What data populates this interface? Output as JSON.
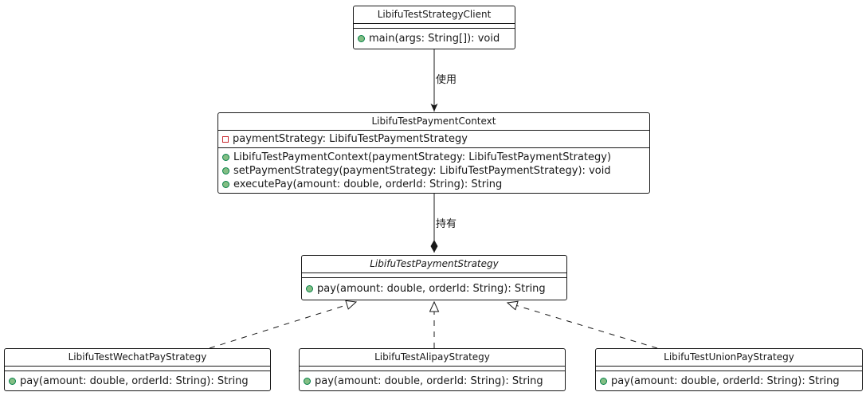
{
  "diagram": {
    "kind": "uml-class-diagram",
    "classes": {
      "client": {
        "name": "LibifuTestStrategyClient",
        "fields": [],
        "methods": [
          "main(args: String[]): void"
        ]
      },
      "context": {
        "name": "LibifuTestPaymentContext",
        "fields": [
          "paymentStrategy: LibifuTestPaymentStrategy"
        ],
        "methods": [
          "LibifuTestPaymentContext(paymentStrategy: LibifuTestPaymentStrategy)",
          "setPaymentStrategy(paymentStrategy: LibifuTestPaymentStrategy): void",
          "executePay(amount: double, orderId: String): String"
        ]
      },
      "strategy": {
        "name": "LibifuTestPaymentStrategy",
        "style": "italic-interface",
        "fields": [],
        "methods": [
          "pay(amount: double, orderId: String): String"
        ]
      },
      "wechat": {
        "name": "LibifuTestWechatPayStrategy",
        "fields": [],
        "methods": [
          "pay(amount: double, orderId: String): String"
        ]
      },
      "alipay": {
        "name": "LibifuTestAlipayStrategy",
        "fields": [],
        "methods": [
          "pay(amount: double, orderId: String): String"
        ]
      },
      "union": {
        "name": "LibifuTestUnionPayStrategy",
        "fields": [],
        "methods": [
          "pay(amount: double, orderId: String): String"
        ]
      }
    },
    "relationships": [
      {
        "from": "LibifuTestStrategyClient",
        "to": "LibifuTestPaymentContext",
        "type": "directed-association",
        "label": "使用"
      },
      {
        "from": "LibifuTestPaymentContext",
        "to": "LibifuTestPaymentStrategy",
        "type": "composition",
        "label": "持有"
      },
      {
        "from": "LibifuTestWechatPayStrategy",
        "to": "LibifuTestPaymentStrategy",
        "type": "realization",
        "label": ""
      },
      {
        "from": "LibifuTestAlipayStrategy",
        "to": "LibifuTestPaymentStrategy",
        "type": "realization",
        "label": ""
      },
      {
        "from": "LibifuTestUnionPayStrategy",
        "to": "LibifuTestPaymentStrategy",
        "type": "realization",
        "label": ""
      }
    ],
    "icons": {
      "public_method": "green-filled-circle",
      "private_field": "red-open-square"
    },
    "colors": {
      "background": "#FFFFFF",
      "border": "#181818",
      "text": "#181818",
      "method_icon_fill": "#84BE84",
      "method_icon_border": "#038048",
      "field_icon_border": "#C82930"
    }
  }
}
